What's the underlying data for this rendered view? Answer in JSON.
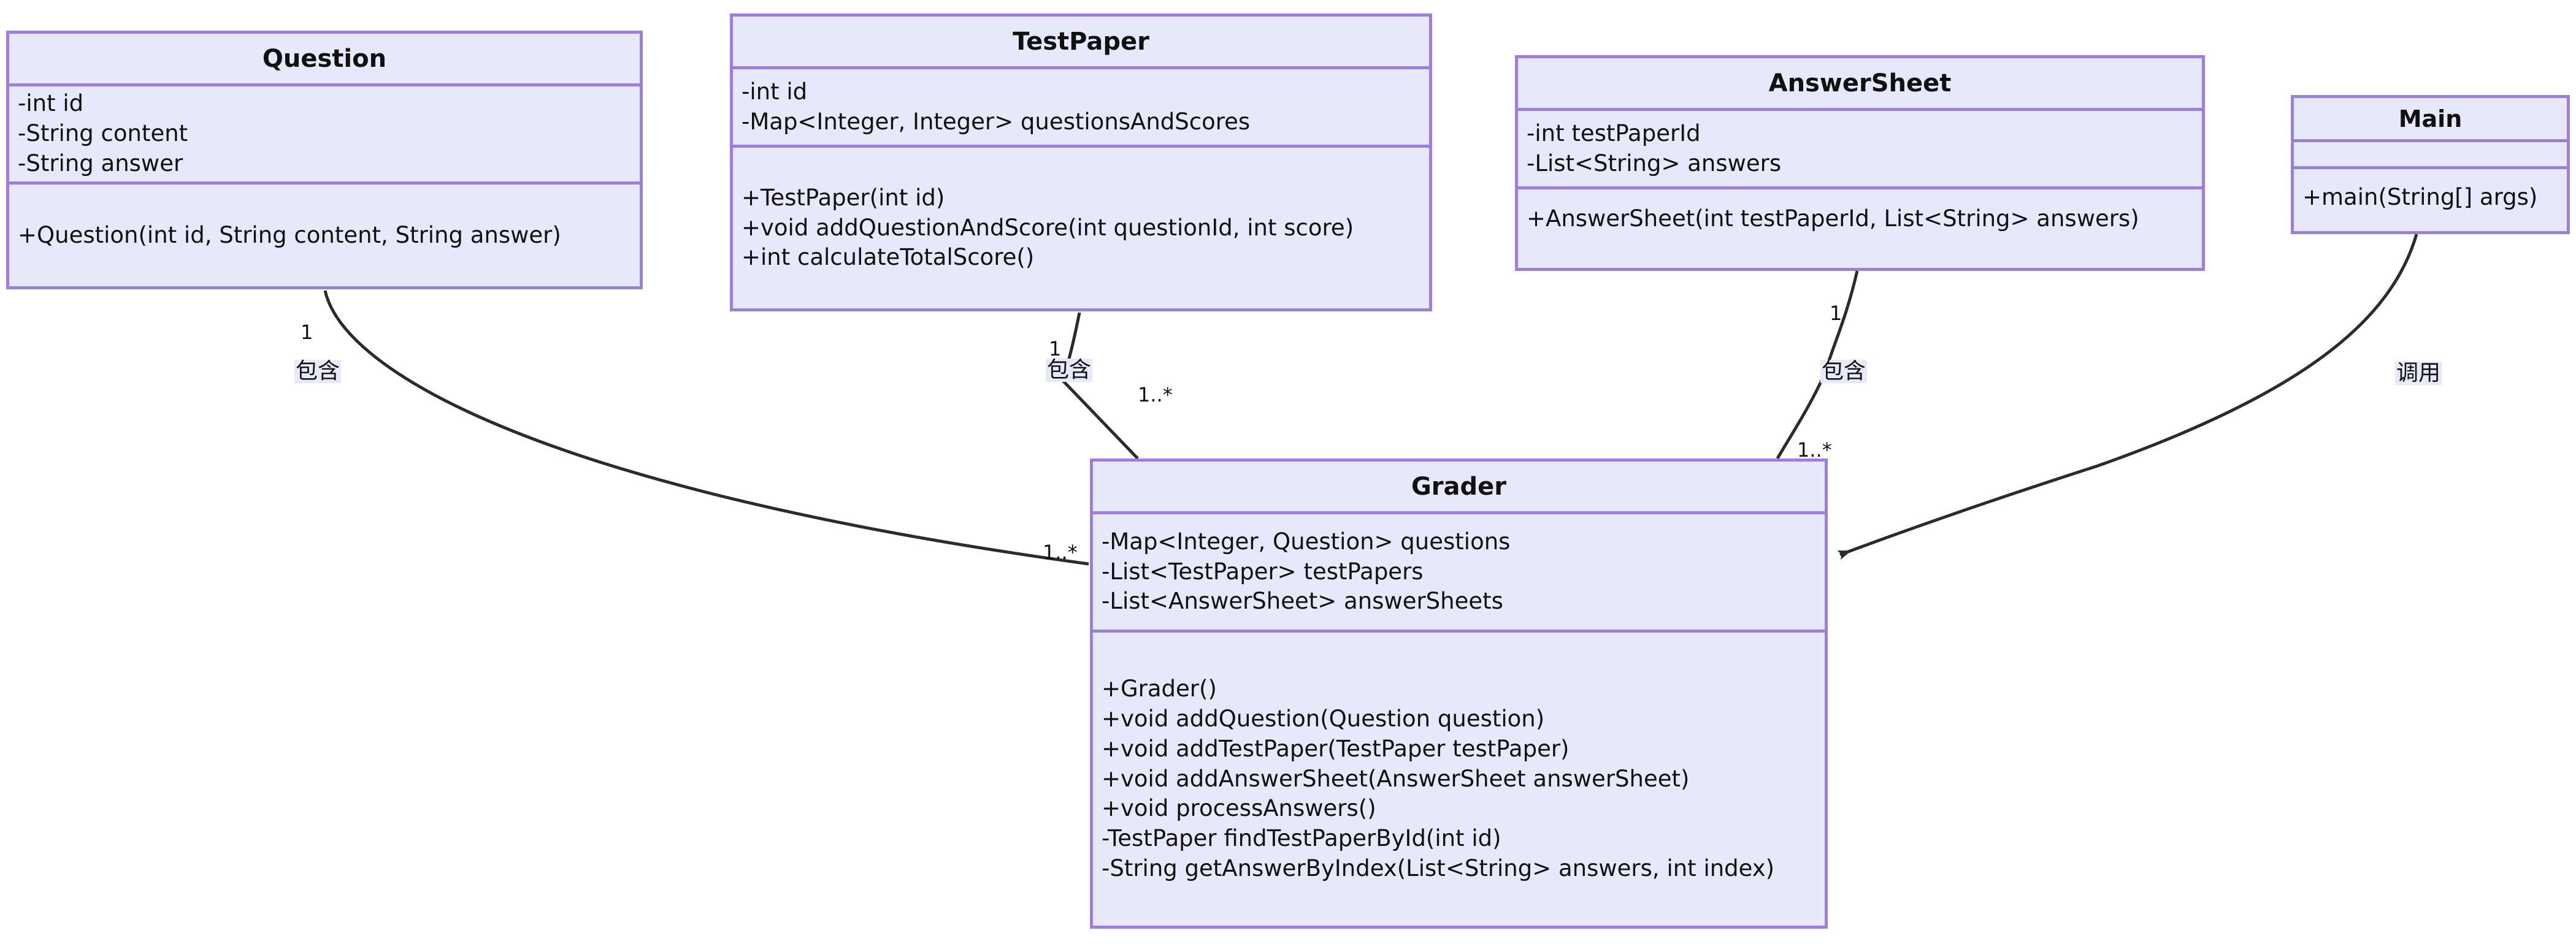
{
  "diagram": {
    "kind": "uml-class-diagram",
    "colors": {
      "box_fill": "#e8e8fb",
      "box_border": "#9b7ede",
      "text": "#111111",
      "edge": "#2b2b2b",
      "background": "#ffffff"
    }
  },
  "classes": [
    {
      "id": "question",
      "name": "Question",
      "attributes": [
        "-int id",
        "-String content",
        "-String answer"
      ],
      "methods": [
        "+Question(int id, String content, String answer)"
      ]
    },
    {
      "id": "testpaper",
      "name": "TestPaper",
      "attributes": [
        "-int id",
        "-Map<Integer, Integer> questionsAndScores"
      ],
      "methods": [
        "+TestPaper(int id)",
        "+void addQuestionAndScore(int questionId, int score)",
        "+int calculateTotalScore()"
      ]
    },
    {
      "id": "answersheet",
      "name": "AnswerSheet",
      "attributes": [
        "-int testPaperId",
        "-List<String> answers"
      ],
      "methods": [
        "+AnswerSheet(int testPaperId, List<String> answers)"
      ]
    },
    {
      "id": "main",
      "name": "Main",
      "attributes": [],
      "methods": [
        "+main(String[] args)"
      ]
    },
    {
      "id": "grader",
      "name": "Grader",
      "attributes": [
        "-Map<Integer, Question> questions",
        "-List<TestPaper> testPapers",
        "-List<AnswerSheet> answerSheets"
      ],
      "methods": [
        "+Grader()",
        "+void addQuestion(Question question)",
        "+void addTestPaper(TestPaper testPaper)",
        "+void addAnswerSheet(AnswerSheet answerSheet)",
        "+void processAnswers()",
        "-TestPaper findTestPaperById(int id)",
        "-String getAnswerByIndex(List<String> answers, int index)"
      ]
    }
  ],
  "relations": [
    {
      "id": "question-grader",
      "from": "question",
      "to": "grader",
      "label": "包含",
      "source_multiplicity": "1",
      "target_multiplicity": "1..*",
      "arrow": false
    },
    {
      "id": "testpaper-grader",
      "from": "testpaper",
      "to": "grader",
      "label": "包含",
      "source_multiplicity": "1",
      "target_multiplicity": "1..*",
      "arrow": false
    },
    {
      "id": "answersheet-grader",
      "from": "answersheet",
      "to": "grader",
      "label": "包含",
      "source_multiplicity": "1",
      "target_multiplicity": "1..*",
      "arrow": false
    },
    {
      "id": "main-grader",
      "from": "main",
      "to": "grader",
      "label": "调用",
      "source_multiplicity": "",
      "target_multiplicity": "",
      "arrow": true
    }
  ]
}
